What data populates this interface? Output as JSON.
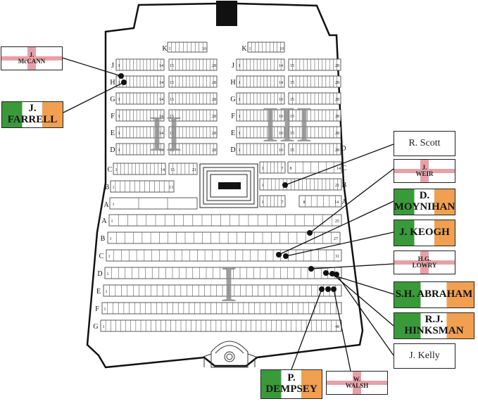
{
  "sections": {
    "upper_left": "II",
    "upper_right": "III",
    "lower": "I"
  },
  "upper_rows": {
    "K": {
      "left_start": "1",
      "left_end": "10",
      "right_start": "1",
      "right_end": "10"
    },
    "J": {
      "l1": "1",
      "l2": "14",
      "l3": "15",
      "l4": "28",
      "r1": "1",
      "r2": "14",
      "r3": "15",
      "r4": "28"
    },
    "H": {
      "l1": "1",
      "l2": "14",
      "l3": "15",
      "l4": "28",
      "r1": "1",
      "r2": "14",
      "r3": "15",
      "r4": "28"
    },
    "G": {
      "l1": "1",
      "l2": "14",
      "l3": "15",
      "l4": "28",
      "r1": "1",
      "r2": "10",
      "r3": "15",
      "r4": "28"
    },
    "F": {
      "l1": "1",
      "l2": "14",
      "l3": "15",
      "l4": "28",
      "r1": "1",
      "r2": "10",
      "r3": "15",
      "r4": "28"
    },
    "E": {
      "l1": "1",
      "l2": "14",
      "l3": "15",
      "l4": "28",
      "r1": "1",
      "r2": "10",
      "r3": "15",
      "r4": "28"
    },
    "D": {
      "l1": "1",
      "l2": "14",
      "l3": "15",
      "l4": "28",
      "r1": "1",
      "r2": "10",
      "r3": "15",
      "r4": "28"
    },
    "C": {
      "l1": "1",
      "l2": "14",
      "l3": "15",
      "l4": "21",
      "r1": "1",
      "r2": "7",
      "r3": "8",
      "r4": "14"
    },
    "B": {
      "l1": "1",
      "l2": "13",
      "r1": "1",
      "r2": "21"
    },
    "A": {
      "l1": "1",
      "r1": "1",
      "r2": "7",
      "r3": "8",
      "r4": "14"
    }
  },
  "lower_rows": [
    {
      "row": "A",
      "first": "1",
      "last": "25"
    },
    {
      "row": "B",
      "first": "1",
      "last": "27"
    },
    {
      "row": "C",
      "first": "1",
      "last": "31"
    },
    {
      "row": "D",
      "first": "1",
      "last": ""
    },
    {
      "row": "E",
      "first": "1",
      "last": ""
    },
    {
      "row": "F",
      "first": "1",
      "last": ""
    },
    {
      "row": "G",
      "first": "1",
      "last": "48"
    }
  ],
  "members": {
    "mccann": {
      "l1": "J.",
      "l2": "McCANN"
    },
    "farrell": {
      "l1": "J.",
      "l2": "FARRELL"
    },
    "scott": "R. Scott",
    "weir": {
      "l1": "J.",
      "l2": "WEIR"
    },
    "moynihan": {
      "l1": "D.",
      "l2": "MOYNIHAN"
    },
    "keogh": "J. KEOGH",
    "lowry": {
      "l1": "H.G.",
      "l2": "LOWRY"
    },
    "abraham": "S.H. ABRAHAM",
    "hinksman": "R.J. HINKSMAN",
    "kelly": "J. Kelly",
    "dempsey": {
      "l1": "P.",
      "l2": "DEMPSEY"
    },
    "walsh": {
      "l1": "W.",
      "l2": "WALSH"
    }
  },
  "colors": {
    "green": "#3a9a3a",
    "orange": "#f0a050",
    "pink_cross": "#e8a0a8",
    "section_numeral": "#8c8c8c"
  }
}
